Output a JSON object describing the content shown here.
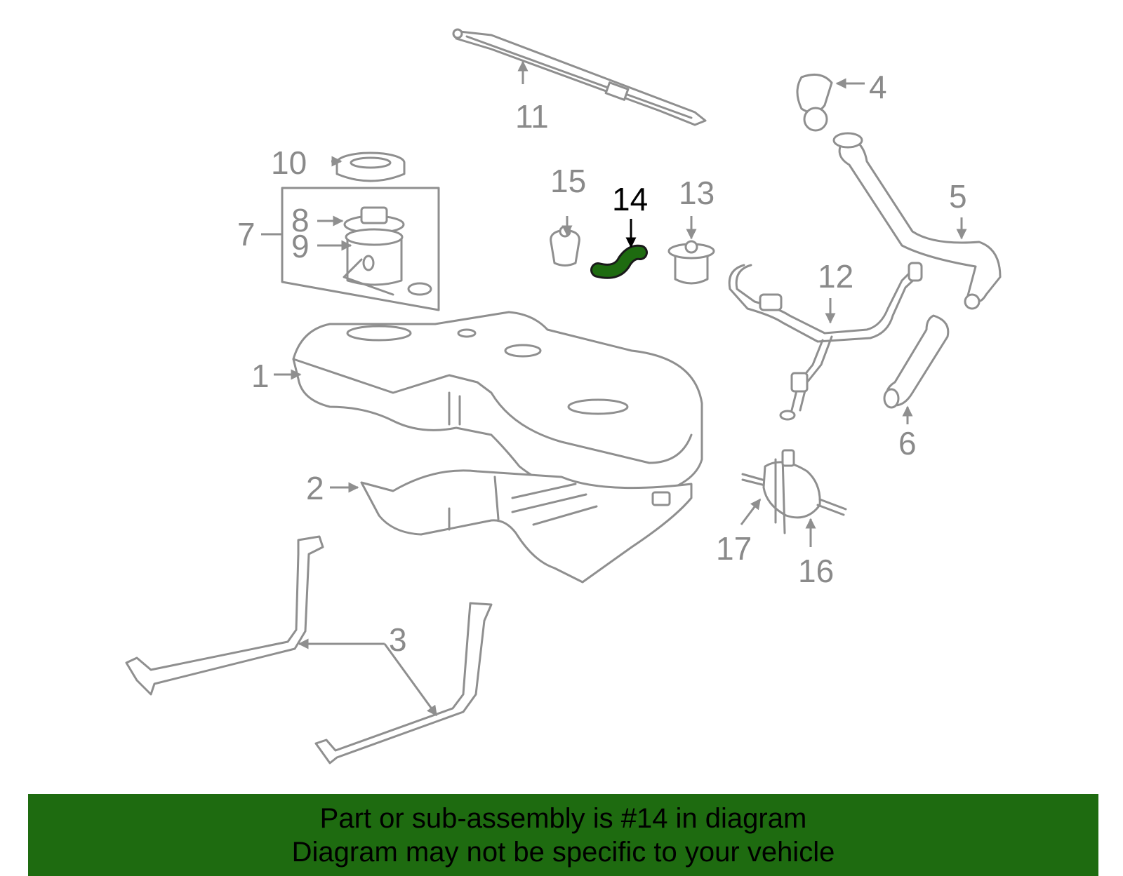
{
  "callouts": {
    "c1": "1",
    "c2": "2",
    "c3": "3",
    "c4": "4",
    "c5": "5",
    "c6": "6",
    "c7": "7",
    "c8": "8",
    "c9": "9",
    "c10": "10",
    "c11": "11",
    "c12": "12",
    "c13": "13",
    "c14": "14",
    "c15": "15",
    "c16": "16",
    "c17": "17"
  },
  "highlight": {
    "part_number": "14",
    "color": "#1e6b10"
  },
  "colors": {
    "line_art": "#8f8f8f",
    "label_text": "#8a8a8a",
    "highlight_label": "#000000",
    "banner_background": "#1e6b10"
  },
  "banner": {
    "line1": "Part or sub-assembly is #14 in diagram",
    "line2": "Diagram may not be specific to your vehicle"
  }
}
